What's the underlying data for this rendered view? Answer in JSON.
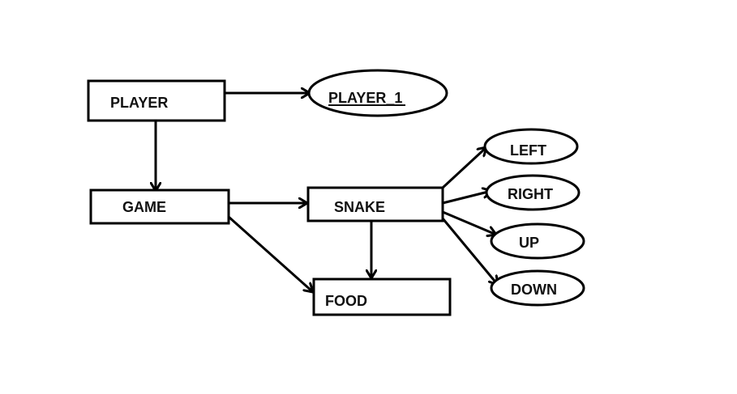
{
  "diagram": {
    "nodes": {
      "player": "PLAYER",
      "player_1": "PLAYER_1",
      "game": "GAME",
      "snake": "SNAKE",
      "food": "FOOD",
      "left": "LEFT",
      "right": "RIGHT",
      "up": "UP",
      "down": "DOWN"
    },
    "edges": [
      {
        "from": "PLAYER",
        "to": "PLAYER_1"
      },
      {
        "from": "PLAYER",
        "to": "GAME"
      },
      {
        "from": "GAME",
        "to": "SNAKE"
      },
      {
        "from": "GAME",
        "to": "FOOD"
      },
      {
        "from": "SNAKE",
        "to": "FOOD"
      },
      {
        "from": "SNAKE",
        "to": "LEFT"
      },
      {
        "from": "SNAKE",
        "to": "RIGHT"
      },
      {
        "from": "SNAKE",
        "to": "UP"
      },
      {
        "from": "SNAKE",
        "to": "DOWN"
      }
    ]
  }
}
